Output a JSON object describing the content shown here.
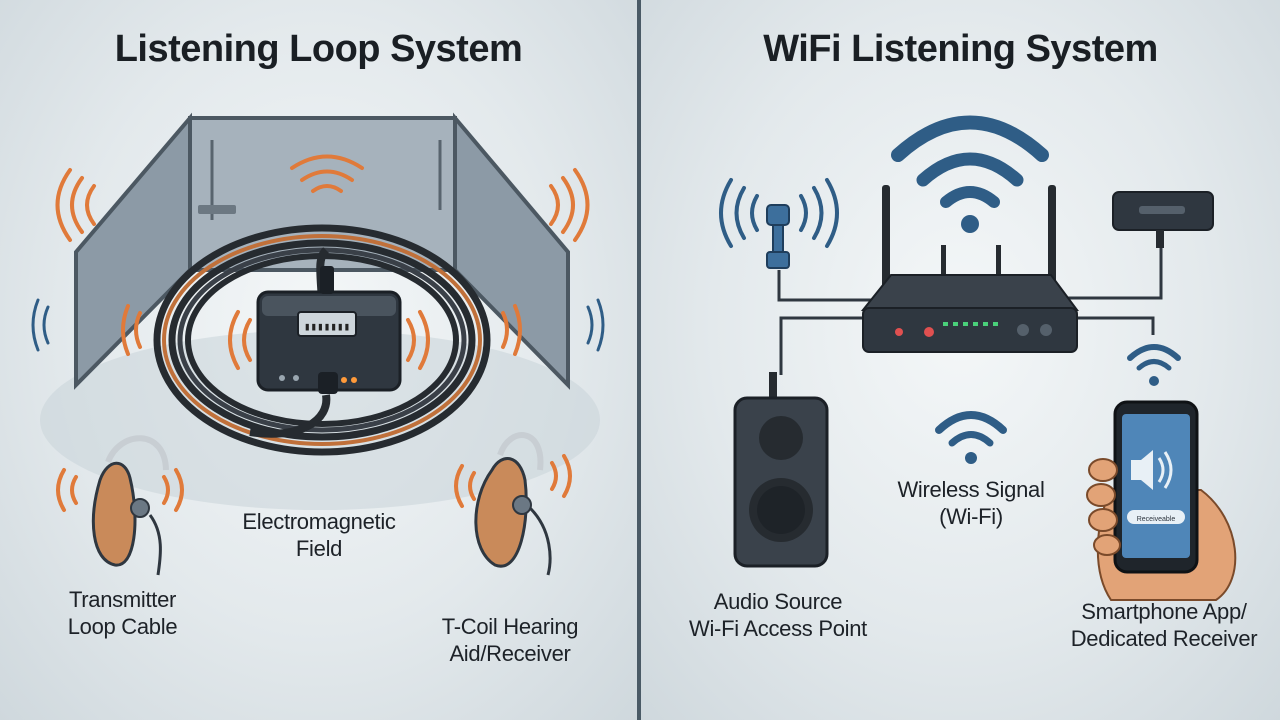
{
  "left": {
    "title": "Listening Loop System",
    "labels": {
      "field_line1": "Electromagnetic",
      "field_line2": "Field",
      "cable_line1": "Transmitter",
      "cable_line2": "Loop Cable",
      "receiver_line1": "T-Coil Hearing",
      "receiver_line2": "Aid/Receiver"
    },
    "transmitter_display": "▮▮▮▮▮▮▮"
  },
  "right": {
    "title": "WiFi Listening System",
    "labels": {
      "wireless_line1": "Wireless Signal",
      "wireless_line2": "(Wi-Fi)",
      "source_line1": "Audio Source",
      "source_line2": "Wi-Fi Access Point",
      "phone_line1": "Smartphone App/",
      "phone_line2": "Dedicated Receiver"
    },
    "phone_field": "Receiveable"
  },
  "colors": {
    "wave_orange": "#e07a3a",
    "wave_blue": "#2f5d86",
    "device_dark": "#2f3740",
    "loop_copper": "#c0703a",
    "divider": "#4a5a66"
  }
}
